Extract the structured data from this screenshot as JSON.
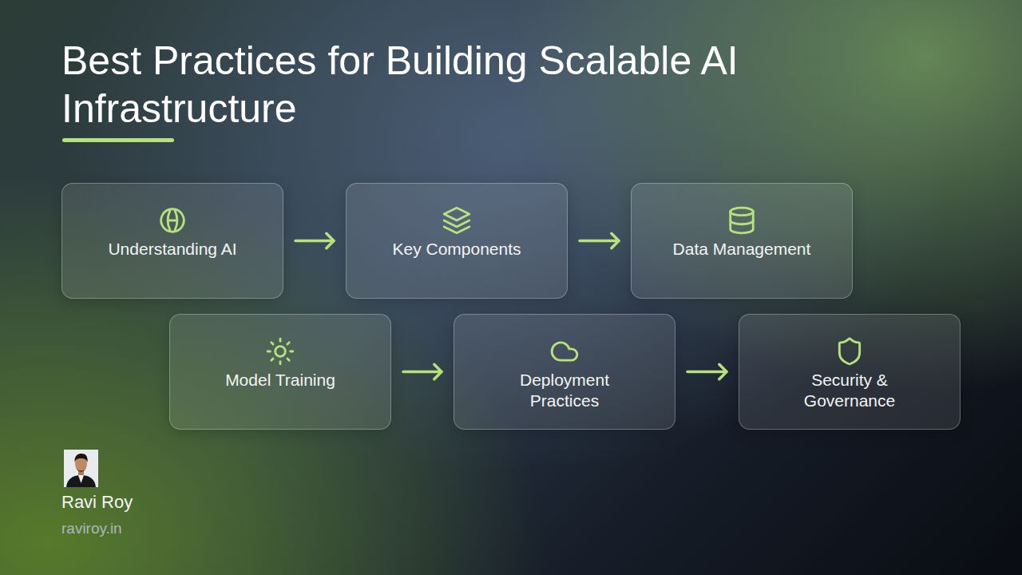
{
  "diagram": {
    "title": "Best Practices for Building Scalable AI Infrastructure",
    "nodes": [
      {
        "text": [
          "Understanding AI"
        ]
      },
      {
        "text": [
          "Key Components"
        ]
      },
      {
        "text": [
          "Data Management"
        ]
      },
      {
        "text": [
          "Model Training"
        ]
      },
      {
        "text": [
          "Deployment Practices"
        ]
      },
      {
        "text": [
          "Security & Governance"
        ]
      }
    ],
    "edges": [
      {
        "from": 0,
        "to": 1,
        "arrow": "to"
      },
      {
        "from": 1,
        "to": 2,
        "arrow": "to"
      },
      {
        "from": 3,
        "to": 4,
        "arrow": "to"
      },
      {
        "from": 4,
        "to": 5,
        "arrow": "to"
      }
    ],
    "labels": [
      "Ravi Roy",
      "raviroy.in"
    ]
  }
}
